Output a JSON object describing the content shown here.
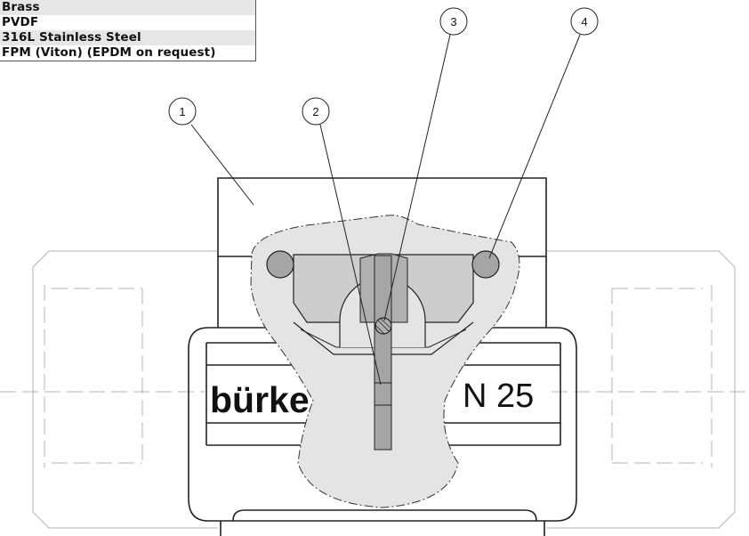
{
  "materials": [
    {
      "text": "Brass",
      "shaded": true
    },
    {
      "text": "PVDF",
      "shaded": false
    },
    {
      "text": "316L Stainless Steel",
      "shaded": true
    },
    {
      "text": "FPM (Viton) (EPDM on request)",
      "shaded": false
    }
  ],
  "callouts": [
    {
      "number": "1"
    },
    {
      "number": "2"
    },
    {
      "number": "3"
    },
    {
      "number": "4"
    }
  ],
  "body_label": {
    "brand": "bürke",
    "size": "N 25"
  },
  "colors": {
    "line": "#222222",
    "ghost": "#b3b3b3",
    "cutaway_fill": "#e4e4e4",
    "inner_fill": "#cdcdcd",
    "part_fill": "#b0b0b0"
  }
}
